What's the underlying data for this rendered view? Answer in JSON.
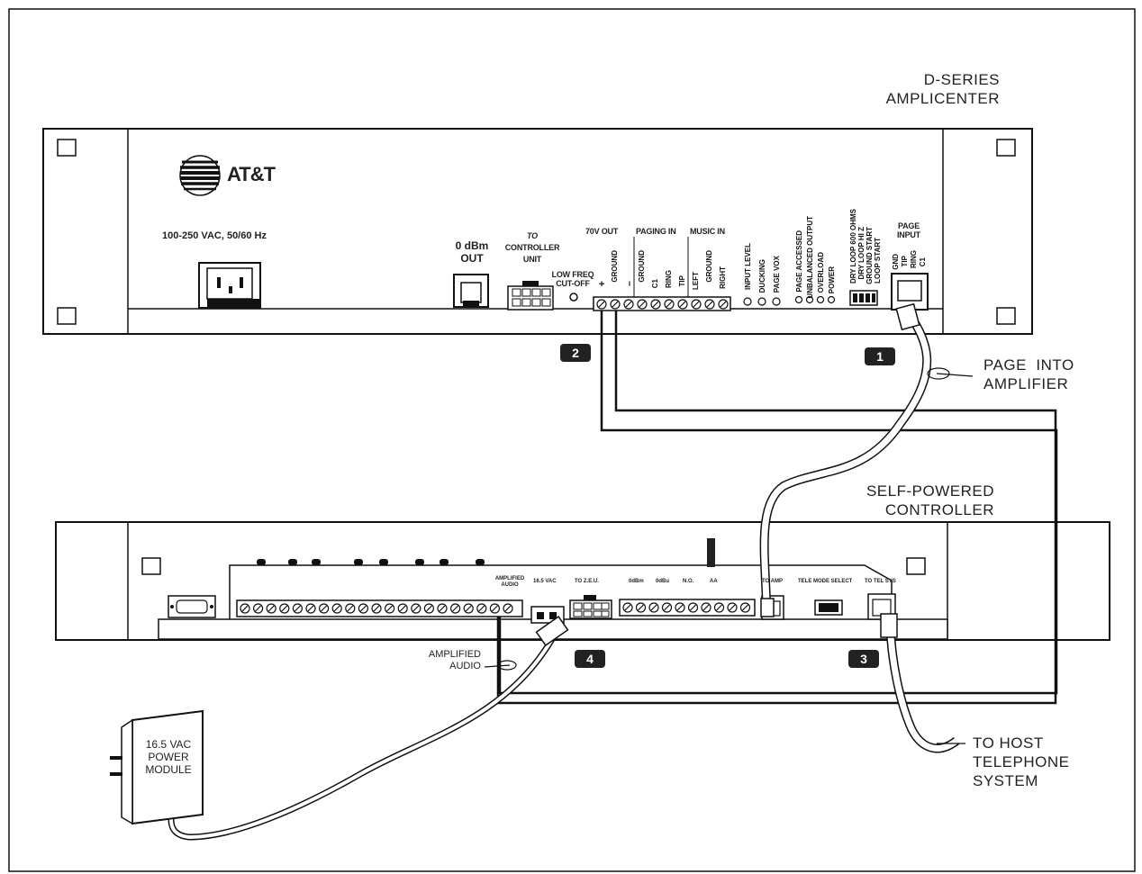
{
  "labels": {
    "amplicenter": [
      "D-SERIES",
      "AMPLICENTER"
    ],
    "controller": [
      "SELF-POWERED",
      "CONTROLLER"
    ],
    "page_into": [
      "PAGE  INTO",
      "AMPLIFIER"
    ],
    "to_host": [
      "TO HOST",
      "TELEPHONE",
      "SYSTEM"
    ],
    "amplified_audio": [
      "AMPLIFIED",
      "AUDIO"
    ],
    "power_module": [
      "16.5 VAC",
      "POWER",
      "MODULE"
    ]
  },
  "badges": [
    "1",
    "2",
    "3",
    "4"
  ],
  "amp_panel": {
    "brand": "AT&T",
    "power_rating": "100-250 VAC, 50/60 Hz",
    "dbm_out": [
      "0 dBm",
      "OUT"
    ],
    "to_controller": [
      "TO",
      "CONTROLLER",
      "UNIT"
    ],
    "low_freq": [
      "LOW FREQ",
      "CUT-OFF"
    ],
    "group_70v": "70V OUT",
    "group_paging": "PAGING IN",
    "group_music": "MUSIC IN",
    "page_input": [
      "PAGE",
      "INPUT"
    ],
    "terminals": [
      "+",
      "GROUND",
      "–",
      "GROUND",
      "C1",
      "RING",
      "TIP",
      "LEFT",
      "GROUND",
      "RIGHT"
    ],
    "controls": [
      "INPUT LEVEL",
      "DUCKING",
      "PAGE VOX"
    ],
    "leds": [
      "PAGE ACCESSED",
      "UNBALANCED OUTPUT",
      "OVERLOAD",
      "POWER"
    ],
    "switches": [
      "DRY LOOP 600 OHMS",
      "DRY LOOP HI Z",
      "GROUND START",
      "LOOP START"
    ],
    "jack_pins": [
      "GND",
      "TIP",
      "RING",
      "C1"
    ]
  },
  "controller_panel": {
    "labels": [
      "AMPLIFIED AUDIO",
      "16.5 VAC",
      "TO Z.E.U.",
      "0dBm",
      "0dBu",
      "N.O.",
      "AA",
      "TO AMP",
      "TELE MODE SELECT",
      "TO TEL SYS"
    ]
  }
}
